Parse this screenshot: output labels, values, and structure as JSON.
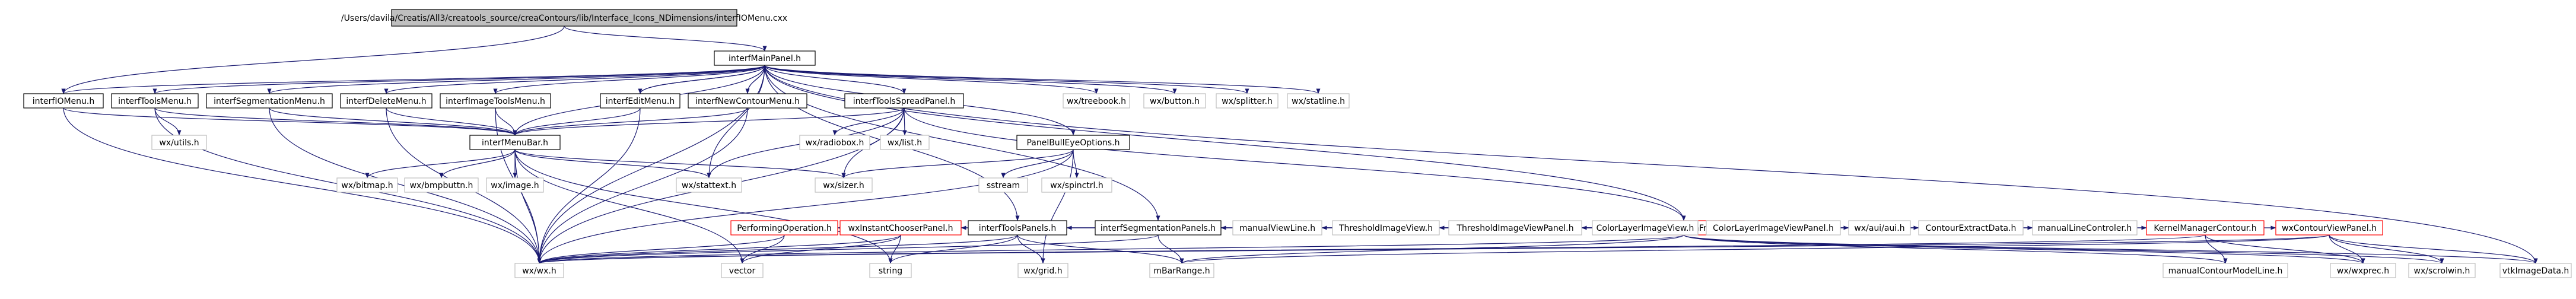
{
  "graph": {
    "root": "/Users/davila/Creatis/All3/creatools_source/creaContours/lib/Interface_Icons_NDimensions/interfIOMenu.cxx",
    "nodes": [
      {
        "id": "root",
        "label": "/Users/davila/Creatis/All3/creatools_source/creaContours/lib/Interface_Icons_NDimensions/interfIOMenu.cxx",
        "style": "root"
      },
      {
        "id": "interfMainPanel",
        "label": "interfMainPanel.h",
        "style": "box"
      },
      {
        "id": "interfIOMenu",
        "label": "interfIOMenu.h",
        "style": "box"
      },
      {
        "id": "interfToolsMenu",
        "label": "interfToolsMenu.h",
        "style": "box"
      },
      {
        "id": "interfSegmentationMenu",
        "label": "interfSegmentationMenu.h",
        "style": "box"
      },
      {
        "id": "interfDeleteMenu",
        "label": "interfDeleteMenu.h",
        "style": "box"
      },
      {
        "id": "interfImageToolsMenu",
        "label": "interfImageToolsMenu.h",
        "style": "box"
      },
      {
        "id": "interfEditMenu",
        "label": "interfEditMenu.h",
        "style": "box"
      },
      {
        "id": "interfNewContourMenu",
        "label": "interfNewContourMenu.h",
        "style": "box"
      },
      {
        "id": "interfToolsSpreadPanel",
        "label": "interfToolsSpreadPanel.h",
        "style": "box"
      },
      {
        "id": "wxtreebook",
        "label": "wx/treebook.h",
        "style": "plain"
      },
      {
        "id": "wxbutton",
        "label": "wx/button.h",
        "style": "plain"
      },
      {
        "id": "wxsplitter",
        "label": "wx/splitter.h",
        "style": "plain"
      },
      {
        "id": "wxstatline",
        "label": "wx/statline.h",
        "style": "plain"
      },
      {
        "id": "wxutils",
        "label": "wx/utils.h",
        "style": "plain"
      },
      {
        "id": "interfMenuBar",
        "label": "interfMenuBar.h",
        "style": "box"
      },
      {
        "id": "wxradiobox",
        "label": "wx/radiobox.h",
        "style": "plain"
      },
      {
        "id": "wxlist",
        "label": "wx/list.h",
        "style": "plain"
      },
      {
        "id": "PanelBullEyeOptions",
        "label": "PanelBullEyeOptions.h",
        "style": "box"
      },
      {
        "id": "wxbitmap",
        "label": "wx/bitmap.h",
        "style": "plain"
      },
      {
        "id": "wxbmpbuttn",
        "label": "wx/bmpbuttn.h",
        "style": "plain"
      },
      {
        "id": "wximage",
        "label": "wx/image.h",
        "style": "plain"
      },
      {
        "id": "wxstattext",
        "label": "wx/stattext.h",
        "style": "plain"
      },
      {
        "id": "wxsizer",
        "label": "wx/sizer.h",
        "style": "plain"
      },
      {
        "id": "sstream",
        "label": "sstream",
        "style": "plain"
      },
      {
        "id": "wxspinctrl",
        "label": "wx/spinctrl.h",
        "style": "plain"
      },
      {
        "id": "wxContourMainFrame",
        "label": "wxContourMainFrame.h",
        "style": "red"
      },
      {
        "id": "PerformingOperation",
        "label": "PerformingOperation.h",
        "style": "red"
      },
      {
        "id": "wxInstantChooserPanel",
        "label": "wxInstantChooserPanel.h",
        "style": "red"
      },
      {
        "id": "interfToolsPanels",
        "label": "interfToolsPanels.h",
        "style": "box"
      },
      {
        "id": "interfSegmentationPanels",
        "label": "interfSegmentationPanels.h",
        "style": "box"
      },
      {
        "id": "manualViewLine",
        "label": "manualViewLine.h",
        "style": "plain"
      },
      {
        "id": "ThresholdImageView",
        "label": "ThresholdImageView.h",
        "style": "plain"
      },
      {
        "id": "ThresholdImageViewPanel",
        "label": "ThresholdImageViewPanel.h",
        "style": "plain"
      },
      {
        "id": "ColorLayerImageView",
        "label": "ColorLayerImageView.h",
        "style": "plain"
      },
      {
        "id": "ColorLayerImageViewPanel",
        "label": "ColorLayerImageViewPanel.h",
        "style": "plain"
      },
      {
        "id": "wxauiaui",
        "label": "wx/aui/aui.h",
        "style": "plain"
      },
      {
        "id": "ContourExtractData",
        "label": "ContourExtractData.h",
        "style": "plain"
      },
      {
        "id": "manualLineControler",
        "label": "manualLineControler.h",
        "style": "plain"
      },
      {
        "id": "KernelManagerContour",
        "label": "KernelManagerContour.h",
        "style": "red"
      },
      {
        "id": "wxContourViewPanel",
        "label": "wxContourViewPanel.h",
        "style": "red"
      },
      {
        "id": "wxwx",
        "label": "wx/wx.h",
        "style": "plain"
      },
      {
        "id": "vector",
        "label": "vector",
        "style": "plain"
      },
      {
        "id": "string",
        "label": "string",
        "style": "plain"
      },
      {
        "id": "wxgrid",
        "label": "wx/grid.h",
        "style": "plain"
      },
      {
        "id": "mBarRange",
        "label": "mBarRange.h",
        "style": "plain"
      },
      {
        "id": "manualContourModelLine",
        "label": "manualContourModelLine.h",
        "style": "plain"
      },
      {
        "id": "wxwxprec",
        "label": "wx/wxprec.h",
        "style": "plain"
      },
      {
        "id": "wxscrolwin",
        "label": "wx/scrolwin.h",
        "style": "plain"
      },
      {
        "id": "vtkImageData",
        "label": "vtkImageData.h",
        "style": "plain"
      }
    ],
    "edges": [
      [
        "root",
        "interfMainPanel"
      ],
      [
        "root",
        "interfIOMenu"
      ],
      [
        "interfMainPanel",
        "interfIOMenu"
      ],
      [
        "interfMainPanel",
        "interfToolsMenu"
      ],
      [
        "interfMainPanel",
        "interfSegmentationMenu"
      ],
      [
        "interfMainPanel",
        "interfDeleteMenu"
      ],
      [
        "interfMainPanel",
        "interfImageToolsMenu"
      ],
      [
        "interfMainPanel",
        "interfEditMenu"
      ],
      [
        "interfMainPanel",
        "interfNewContourMenu"
      ],
      [
        "interfMainPanel",
        "interfToolsSpreadPanel"
      ],
      [
        "interfMainPanel",
        "wxtreebook"
      ],
      [
        "interfMainPanel",
        "wxbutton"
      ],
      [
        "interfMainPanel",
        "wxsplitter"
      ],
      [
        "interfMainPanel",
        "wxstatline"
      ],
      [
        "interfMainPanel",
        "interfMenuBar"
      ],
      [
        "interfMainPanel",
        "wxstattext"
      ],
      [
        "interfMainPanel",
        "wxwx"
      ],
      [
        "interfMainPanel",
        "interfToolsPanels"
      ],
      [
        "interfMainPanel",
        "interfSegmentationPanels"
      ],
      [
        "interfMainPanel",
        "PanelBullEyeOptions"
      ],
      [
        "interfMainPanel",
        "wxContourMainFrame"
      ],
      [
        "interfMainPanel",
        "vtkImageData"
      ],
      [
        "interfIOMenu",
        "interfMenuBar"
      ],
      [
        "interfIOMenu",
        "wxwx"
      ],
      [
        "interfToolsMenu",
        "interfMenuBar"
      ],
      [
        "interfToolsMenu",
        "wxutils"
      ],
      [
        "interfToolsMenu",
        "wxwx"
      ],
      [
        "interfSegmentationMenu",
        "interfMenuBar"
      ],
      [
        "interfSegmentationMenu",
        "wxwx"
      ],
      [
        "interfDeleteMenu",
        "interfMenuBar"
      ],
      [
        "interfDeleteMenu",
        "wxwx"
      ],
      [
        "interfImageToolsMenu",
        "interfMenuBar"
      ],
      [
        "interfImageToolsMenu",
        "wxwx"
      ],
      [
        "interfEditMenu",
        "interfMenuBar"
      ],
      [
        "interfEditMenu",
        "interfMainPanel"
      ],
      [
        "interfEditMenu",
        "wxwx"
      ],
      [
        "interfNewContourMenu",
        "interfMenuBar"
      ],
      [
        "interfNewContourMenu",
        "interfMainPanel"
      ],
      [
        "interfNewContourMenu",
        "wxwx"
      ],
      [
        "interfToolsSpreadPanel",
        "interfMenuBar"
      ],
      [
        "interfToolsSpreadPanel",
        "wxradiobox"
      ],
      [
        "interfToolsSpreadPanel",
        "wxlist"
      ],
      [
        "interfToolsSpreadPanel",
        "wxsizer"
      ],
      [
        "interfToolsSpreadPanel",
        "wxstattext"
      ],
      [
        "interfToolsSpreadPanel",
        "wxwx"
      ],
      [
        "interfToolsSpreadPanel",
        "wxContourMainFrame"
      ],
      [
        "interfMenuBar",
        "wxbitmap"
      ],
      [
        "interfMenuBar",
        "wxbmpbuttn"
      ],
      [
        "interfMenuBar",
        "wximage"
      ],
      [
        "interfMenuBar",
        "wxstattext"
      ],
      [
        "interfMenuBar",
        "wxsizer"
      ],
      [
        "interfMenuBar",
        "wxwx"
      ],
      [
        "interfMenuBar",
        "vector"
      ],
      [
        "interfMenuBar",
        "string"
      ],
      [
        "PanelBullEyeOptions",
        "sstream"
      ],
      [
        "PanelBullEyeOptions",
        "wxspinctrl"
      ],
      [
        "PanelBullEyeOptions",
        "wxgrid"
      ],
      [
        "PanelBullEyeOptions",
        "wxsizer"
      ],
      [
        "PanelBullEyeOptions",
        "wxwx"
      ],
      [
        "wxContourMainFrame",
        "PerformingOperation"
      ],
      [
        "wxContourMainFrame",
        "wxInstantChooserPanel"
      ],
      [
        "wxContourMainFrame",
        "interfToolsPanels"
      ],
      [
        "wxContourMainFrame",
        "interfSegmentationPanels"
      ],
      [
        "wxContourMainFrame",
        "manualViewLine"
      ],
      [
        "wxContourMainFrame",
        "ThresholdImageView"
      ],
      [
        "wxContourMainFrame",
        "ThresholdImageViewPanel"
      ],
      [
        "wxContourMainFrame",
        "ColorLayerImageView"
      ],
      [
        "wxContourMainFrame",
        "ColorLayerImageViewPanel"
      ],
      [
        "wxContourMainFrame",
        "wxauiaui"
      ],
      [
        "wxContourMainFrame",
        "ContourExtractData"
      ],
      [
        "wxContourMainFrame",
        "manualLineControler"
      ],
      [
        "wxContourMainFrame",
        "KernelManagerContour"
      ],
      [
        "wxContourMainFrame",
        "wxContourViewPanel"
      ],
      [
        "wxContourMainFrame",
        "wxwx"
      ],
      [
        "wxContourMainFrame",
        "wxwxprec"
      ],
      [
        "wxContourMainFrame",
        "vtkImageData"
      ],
      [
        "wxContourMainFrame",
        "manualContourModelLine"
      ],
      [
        "wxContourMainFrame",
        "wxscrolwin"
      ],
      [
        "wxContourMainFrame",
        "mBarRange"
      ],
      [
        "PerformingOperation",
        "wxwx"
      ],
      [
        "PerformingOperation",
        "vector"
      ],
      [
        "wxInstantChooserPanel",
        "wxwx"
      ],
      [
        "wxInstantChooserPanel",
        "vector"
      ],
      [
        "wxInstantChooserPanel",
        "string"
      ],
      [
        "interfToolsPanels",
        "wxwx"
      ],
      [
        "interfToolsPanels",
        "string"
      ],
      [
        "interfToolsPanels",
        "wxgrid"
      ],
      [
        "interfToolsPanels",
        "mBarRange"
      ],
      [
        "interfSegmentationPanels",
        "mBarRange"
      ],
      [
        "interfSegmentationPanels",
        "wxwx"
      ],
      [
        "KernelManagerContour",
        "wxwxprec"
      ],
      [
        "KernelManagerContour",
        "manualContourModelLine"
      ],
      [
        "KernelManagerContour",
        "wxwx"
      ],
      [
        "wxContourViewPanel",
        "wxwxprec"
      ],
      [
        "wxContourViewPanel",
        "wxscrolwin"
      ],
      [
        "wxContourViewPanel",
        "vtkImageData"
      ],
      [
        "wxContourViewPanel",
        "wxwx"
      ],
      [
        "wxContourViewPanel",
        "mBarRange"
      ]
    ]
  },
  "colors": {
    "edge": "#191970",
    "box_stroke": "#000000",
    "box_fill": "#ffffff",
    "plain_stroke": "#bfbfbf",
    "red_stroke": "#ff0000",
    "root_fill": "#bfbfbf",
    "text": "#000000"
  }
}
